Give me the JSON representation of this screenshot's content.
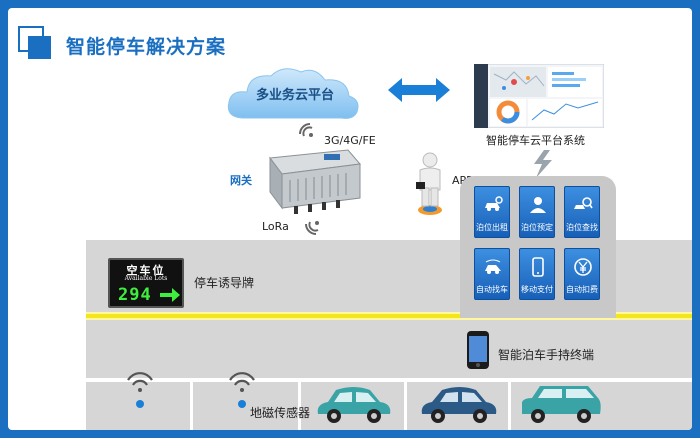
{
  "header": {
    "title": "智能停车解决方案"
  },
  "cloud": {
    "label": "多业务云平台"
  },
  "platform": {
    "label": "智能停车云平台系统"
  },
  "gateway": {
    "label": "网关",
    "network": "3G/4G/FE",
    "lora": "LoRa"
  },
  "app": {
    "label": "APP"
  },
  "sign": {
    "label": "停车诱导牌",
    "title": "空车位",
    "subtitle": "Available Lots",
    "count": "294"
  },
  "handheld": {
    "label": "智能泊车手持终端"
  },
  "sensor": {
    "label": "地磁传感器"
  },
  "tiles": [
    {
      "label": "泊位出租",
      "icon": "car-rent-icon"
    },
    {
      "label": "泊位预定",
      "icon": "person-icon"
    },
    {
      "label": "泊位查找",
      "icon": "car-search-icon"
    },
    {
      "label": "自动找车",
      "icon": "car-find-icon"
    },
    {
      "label": "移动支付",
      "icon": "phone-icon"
    },
    {
      "label": "自动扣费",
      "icon": "yen-icon"
    }
  ],
  "colors": {
    "brand": "#1a6fc0",
    "road": "#d6d6d6",
    "lane": "#f4e51c",
    "car_teal": "#3aa3a6",
    "car_navy": "#2b5a86"
  }
}
